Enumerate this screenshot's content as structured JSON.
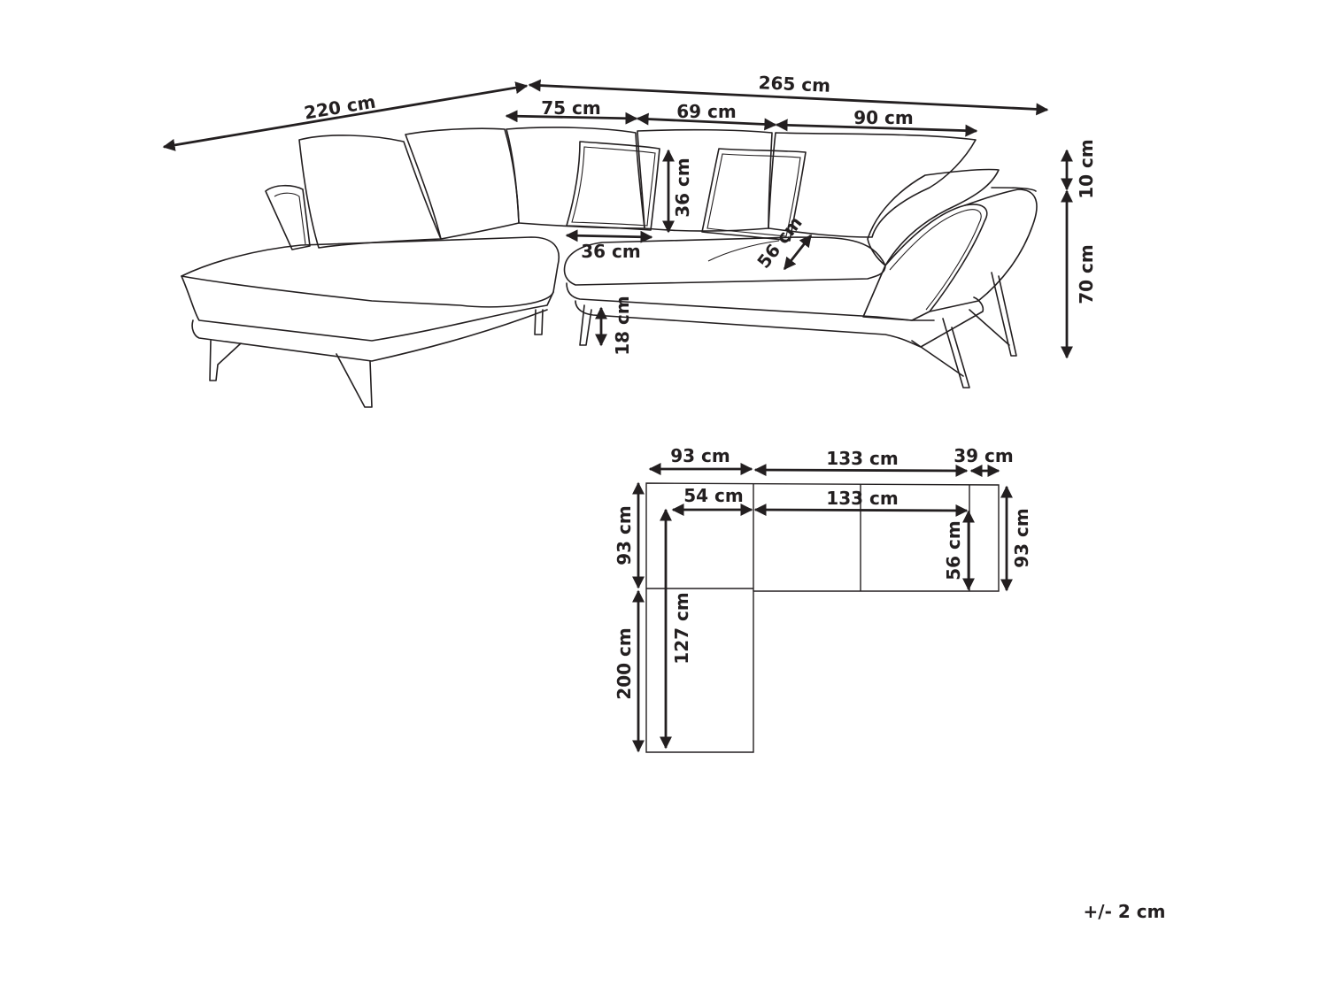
{
  "dimensions": {
    "total_depth": "220 cm",
    "total_width": "265 cm",
    "seat_75": "75 cm",
    "seat_69": "69 cm",
    "seat_90": "90 cm",
    "back_cushion_height": "10 cm",
    "seat_height": "70 cm",
    "pillow_height": "36 cm",
    "pillow_width": "36 cm",
    "seat_depth": "56 cm",
    "leg_height": "18 cm"
  },
  "plan": {
    "top_left_width": "93 cm",
    "top_middle_width": "133 cm",
    "top_arm_width": "39 cm",
    "inner_corner_width": "54 cm",
    "inner_middle_width": "133 cm",
    "left_upper_height": "93 cm",
    "left_total_height": "200 cm",
    "inner_chaise_length": "127 cm",
    "inner_seat_depth": "56 cm",
    "right_height": "93 cm"
  },
  "tolerance": "+/- 2 cm"
}
